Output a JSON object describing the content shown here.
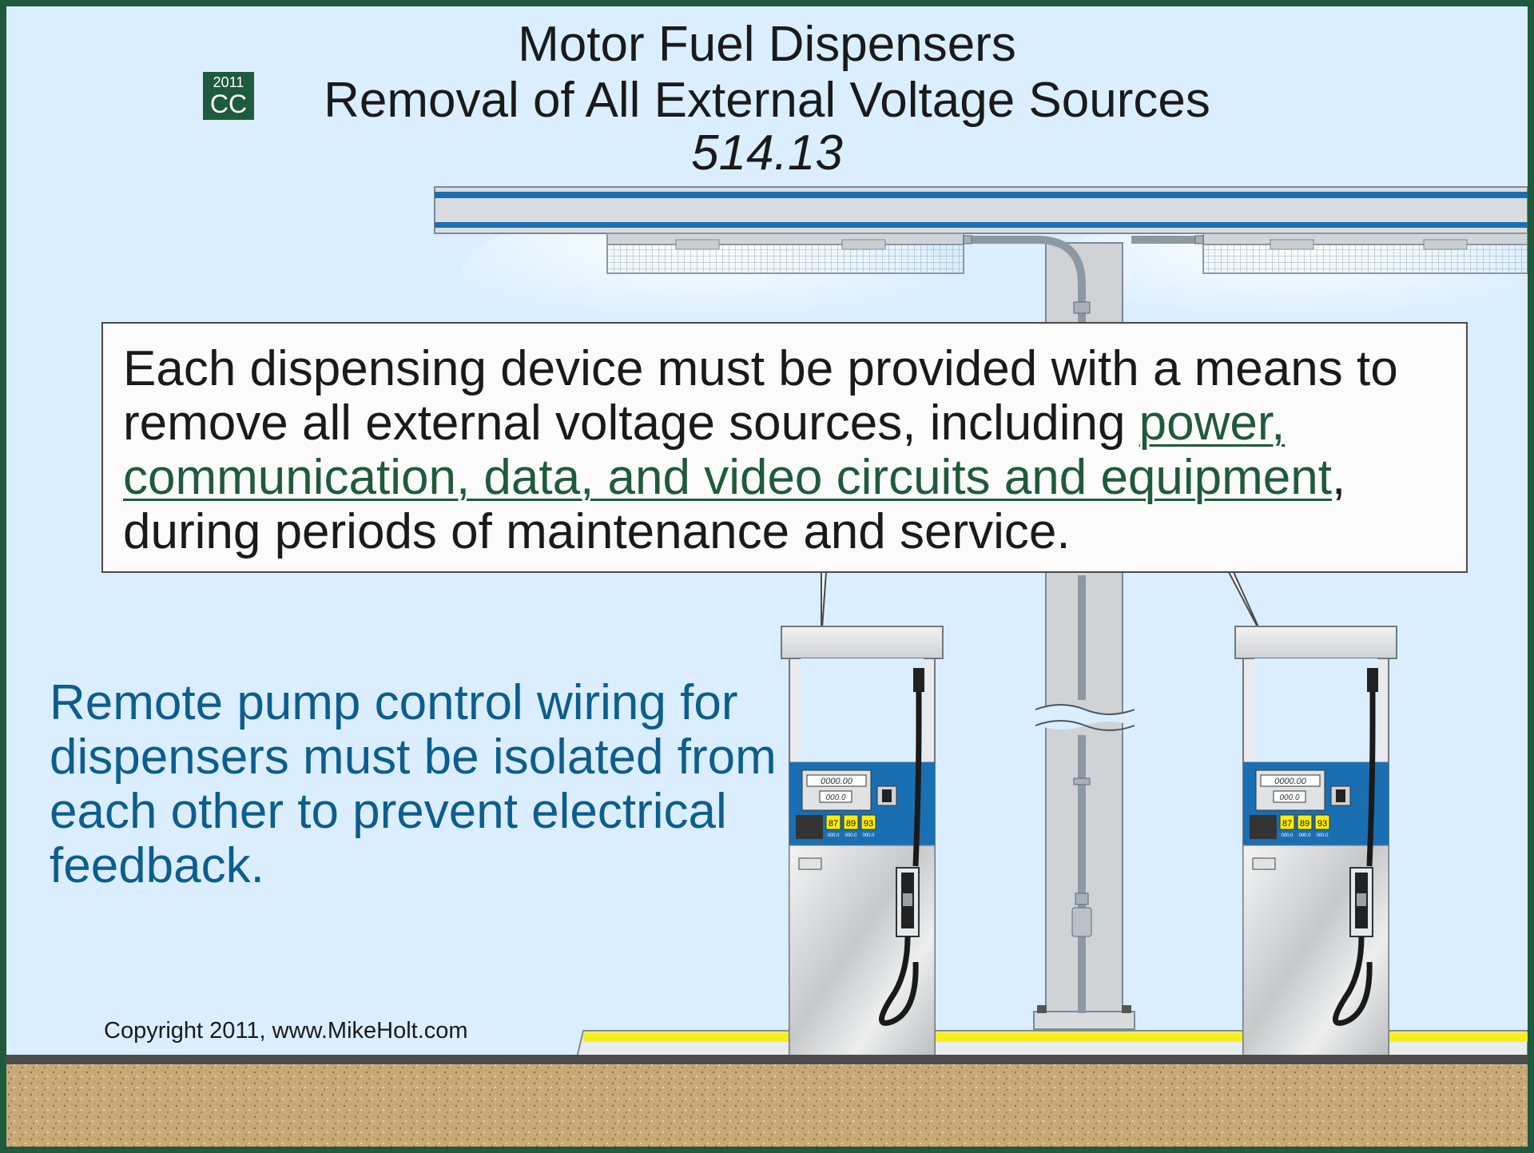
{
  "title": {
    "line1": "Motor Fuel Dispensers",
    "line2": "Removal of All External Voltage Sources",
    "section": "514.13"
  },
  "badge": {
    "year": "2011",
    "code": "CC"
  },
  "callout": {
    "text_before": "Each dispensing device must be provided with a means to remove all external voltage sources, including ",
    "highlight": "power, communication, data, and video circuits and equipment",
    "text_after": ", during periods of maintenance and service."
  },
  "note": "Remote pump control wiring for dispensers must be isolated from each other to prevent electrical feedback.",
  "dispensers": [
    {
      "price_display": "0000.00",
      "volume_display": "000.0",
      "grades": [
        {
          "octane": "87",
          "price": "000.0"
        },
        {
          "octane": "89",
          "price": "000.0"
        },
        {
          "octane": "93",
          "price": "000.0"
        }
      ]
    },
    {
      "price_display": "0000.00",
      "volume_display": "000.0",
      "grades": [
        {
          "octane": "87",
          "price": "000.0"
        },
        {
          "octane": "89",
          "price": "000.0"
        },
        {
          "octane": "93",
          "price": "000.0"
        }
      ]
    }
  ],
  "copyright": "Copyright 2011, www.MikeHolt.com",
  "colors": {
    "sky": "#dbeeff",
    "frame": "#1f5a3c",
    "note_text": "#0d5d8f",
    "link_text": "#1f5a3c",
    "canopy_stripe": "#1a6fb3",
    "dispenser_panel": "#1a6fb3",
    "grade_label": "#ffee00",
    "island_stripe": "#f7ee1a",
    "ground": "#c9a978"
  }
}
